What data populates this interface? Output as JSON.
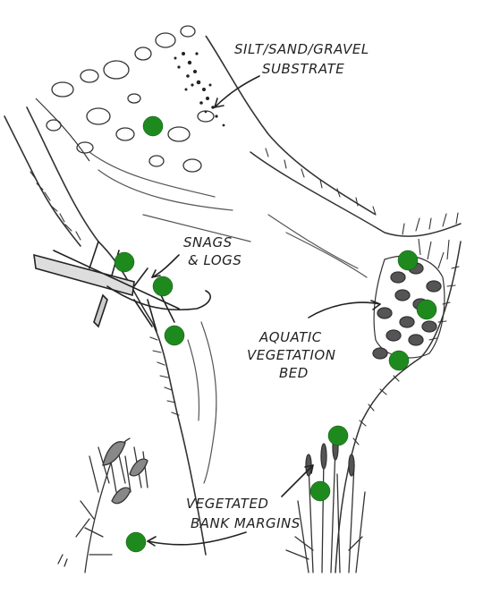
{
  "labels": {
    "substrate_line1": "SILT/SAND/GRAVEL",
    "substrate_line2": "SUBSTRATE",
    "snags_line1": "SNAGS",
    "snags_line2": "& LOGS",
    "aquatic_line1": "AQUATIC",
    "aquatic_line2": "VEGETATION",
    "aquatic_line3": "BED",
    "bank_line1": "VEGETATED",
    "bank_line2": "BANK MARGINS"
  },
  "colors": {
    "marker": "#1e8a1e",
    "ink": "#222222"
  }
}
